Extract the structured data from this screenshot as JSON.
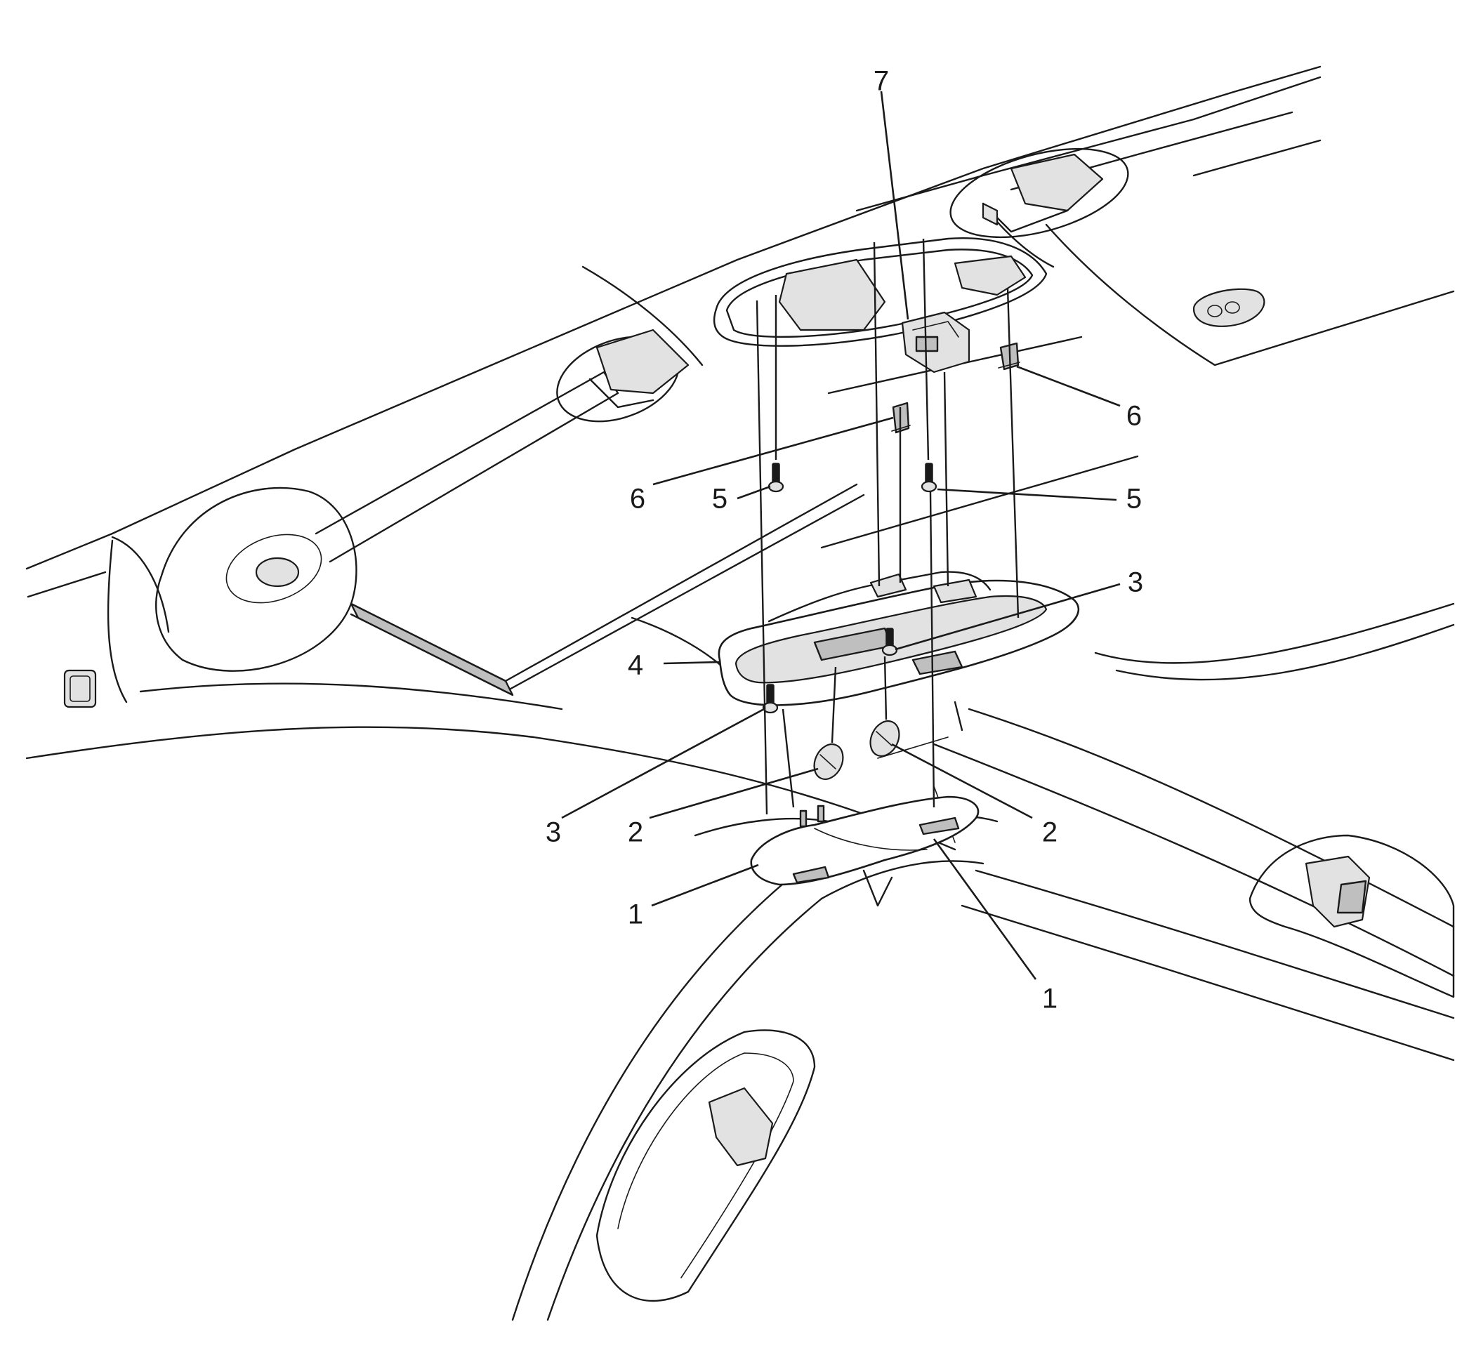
{
  "callouts": {
    "c1a": "1",
    "c1b": "1",
    "c2a": "2",
    "c2b": "2",
    "c3a": "3",
    "c3b": "3",
    "c4": "4",
    "c5a": "5",
    "c5b": "5",
    "c6a": "6",
    "c6b": "6",
    "c7": "7"
  }
}
